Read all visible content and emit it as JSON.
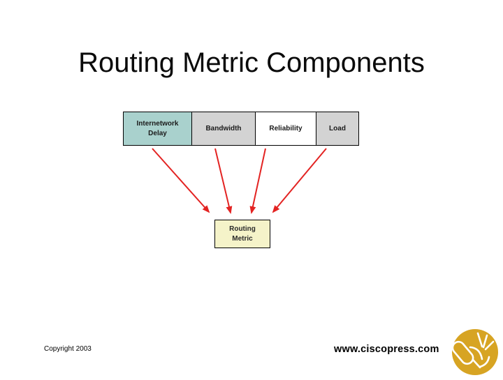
{
  "slide": {
    "title": "Routing Metric Components",
    "diagram": {
      "component_boxes": [
        {
          "label": "Internetwork Delay",
          "bg": "#a9d1cd"
        },
        {
          "label": "Bandwidth",
          "bg": "#d3d3d3"
        },
        {
          "label": "Reliability",
          "bg": "#ffffff"
        },
        {
          "label": "Load",
          "bg": "#d3d3d3"
        }
      ],
      "result_box": {
        "label": "Routing Metric",
        "bg": "#f5f3c9"
      },
      "arrow_color": "#e32322"
    },
    "footer": {
      "copyright": "Copyright 2003",
      "website": "www.ciscopress.com"
    },
    "logo": {
      "name": "ciscopress-logo",
      "circle_color": "#d7a423",
      "art_color": "#ffffff"
    }
  }
}
